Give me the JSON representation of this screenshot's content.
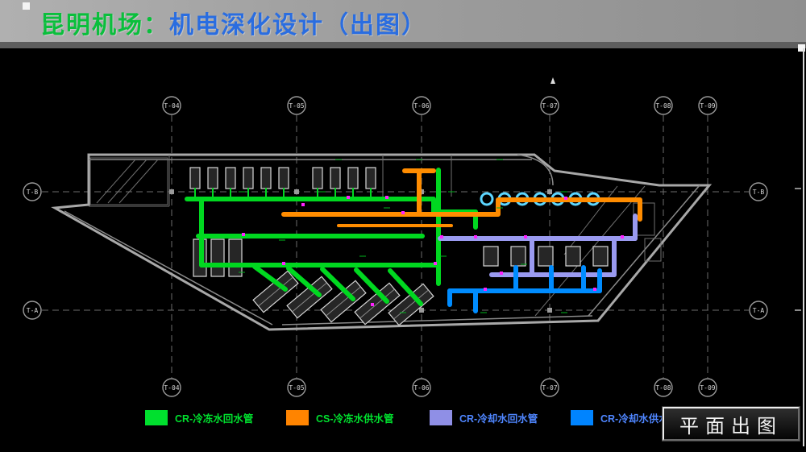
{
  "header": {
    "title_green": "昆明机场：",
    "title_blue": "机电深化设计（出图）"
  },
  "drawing": {
    "grid_top": [
      "T-04",
      "T-05",
      "T-06",
      "T-07",
      "T-08",
      "T-09"
    ],
    "grid_bottom": [
      "T-04",
      "T-05",
      "T-06",
      "T-07",
      "T-08",
      "T-09"
    ],
    "grid_left": [
      "T-B",
      "T-A"
    ],
    "grid_right": [
      "T-B",
      "T-A"
    ]
  },
  "legend": {
    "items": [
      {
        "label": "CR-冷冻水回水管",
        "swatch": "#00e02e",
        "text_color": "#00e02e"
      },
      {
        "label": "CS-冷冻水供水管",
        "swatch": "#ff8400",
        "text_color": "#00e02e"
      },
      {
        "label": "CR-冷却水回水管",
        "swatch": "#8f8fe6",
        "text_color": "#4f86ff"
      },
      {
        "label": "CR-冷却水供水管",
        "swatch": "#0084ff",
        "text_color": "#4f86ff"
      }
    ]
  },
  "footer": {
    "plan_label": "平面出图"
  },
  "colors": {
    "title_green": "#0abf3c",
    "title_blue": "#2a6de0",
    "pipe_chilled_return": "#00d820",
    "pipe_chilled_supply": "#ff8c00",
    "pipe_cooling_return": "#9a9af0",
    "pipe_cooling_supply": "#008cff",
    "pipe_marker": "#ff22ff"
  }
}
